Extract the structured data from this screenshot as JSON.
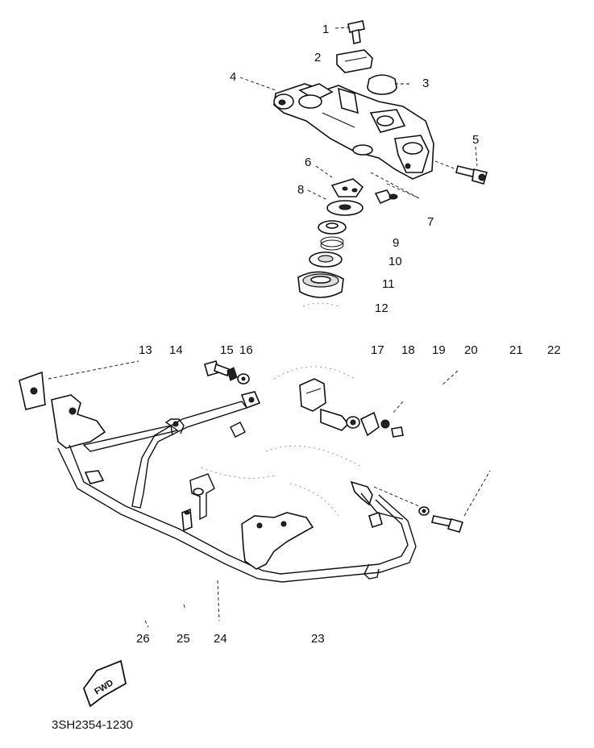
{
  "callouts": [
    "1",
    "2",
    "3",
    "4",
    "5",
    "6",
    "7",
    "8",
    "9",
    "10",
    "11",
    "12",
    "13",
    "14",
    "15",
    "16",
    "17",
    "18",
    "19",
    "20",
    "21",
    "22",
    "23",
    "24",
    "25",
    "26"
  ],
  "part_code": "3SH2354-1230",
  "fwd_label": "FWD"
}
